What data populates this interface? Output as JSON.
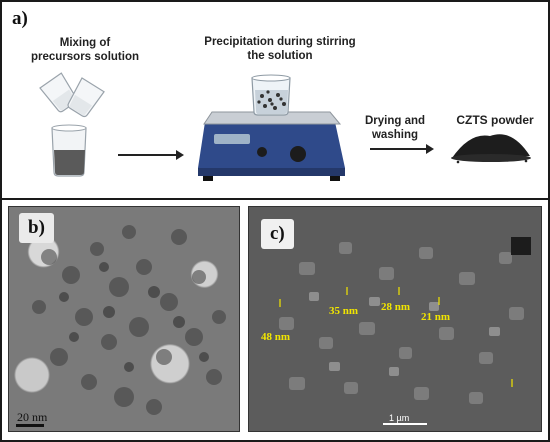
{
  "panels": {
    "a": {
      "letter": "a)",
      "steps": {
        "mixing": "Mixing of precursors solution",
        "precipitation": "Precipitation during stirring the solution",
        "drying": "Drying and washing",
        "product": "CZTS powder"
      }
    },
    "b": {
      "letter": "b)",
      "scale_bar": "20 nm"
    },
    "c": {
      "letter": "c)",
      "scale_bar": "1 µm",
      "particle_labels": [
        "48 nm",
        "35 nm",
        "28 nm",
        "21 nm"
      ]
    }
  },
  "colors": {
    "annotation_yellow": "#f2e600",
    "frame": "#1a1a1a"
  }
}
